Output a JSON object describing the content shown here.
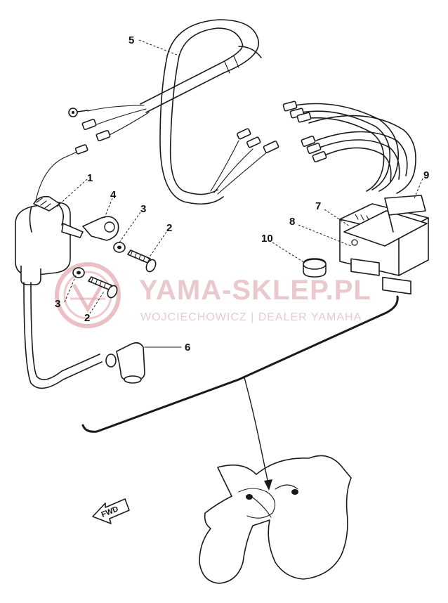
{
  "callouts": {
    "c1": "1",
    "c2a": "2",
    "c2b": "2",
    "c3a": "3",
    "c3b": "3",
    "c4": "4",
    "c5": "5",
    "c6": "6",
    "c7": "7",
    "c8": "8",
    "c9": "9",
    "c10": "10"
  },
  "direction_arrow": {
    "label": "FWD"
  },
  "watermark": {
    "title": "YAMA-SKLEP.PL",
    "subtitle": "WOJCIECHOWICZ | DEALER YAMAHA",
    "accent": "#e2a5ab"
  }
}
